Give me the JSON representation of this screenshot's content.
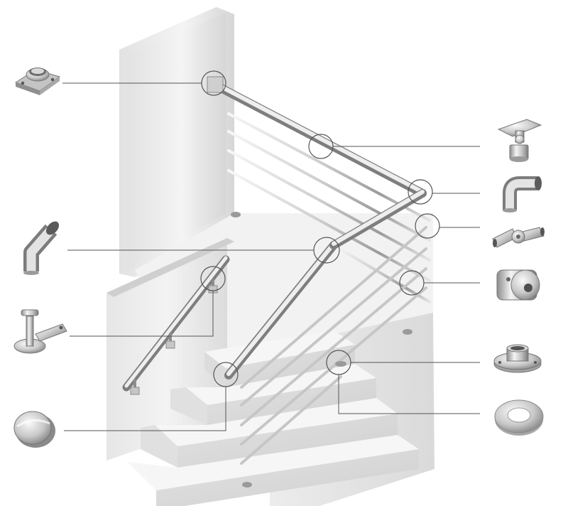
{
  "diagram": {
    "subject": "stainless-steel-stair-railing",
    "colors": {
      "background": "#ffffff",
      "wall_light": "#f1f1f1",
      "wall_mid": "#d9d9d9",
      "wall_dark": "#bdbdbd",
      "stair_top": "#f4f4f4",
      "stair_front": "#dedede",
      "stair_side": "#e9e9e9",
      "steel_light": "#f4f4f4",
      "steel_mid": "#c9c9c9",
      "steel_dark": "#7c7c7c",
      "leader_line": "#555555"
    },
    "components": [
      {
        "id": "wall-flange-fitting",
        "icon": "square-wall-flange-icon"
      },
      {
        "id": "adjustable-handrail-bracket",
        "icon": "adjustable-tee-bracket-icon"
      },
      {
        "id": "elbow-90-fitting",
        "icon": "elbow-90-icon"
      },
      {
        "id": "adjustable-elbow-connector",
        "icon": "adjustable-elbow-icon"
      },
      {
        "id": "cross-bar-holder",
        "icon": "cross-bar-holder-icon"
      },
      {
        "id": "round-base-flange",
        "icon": "round-base-flange-icon"
      },
      {
        "id": "flange-cover-ring",
        "icon": "cover-ring-icon"
      },
      {
        "id": "angle-135-elbow",
        "icon": "elbow-135-icon"
      },
      {
        "id": "wall-mounted-handrail-bracket",
        "icon": "wall-bracket-icon"
      },
      {
        "id": "handrail-end-cap",
        "icon": "end-cap-icon"
      }
    ]
  }
}
